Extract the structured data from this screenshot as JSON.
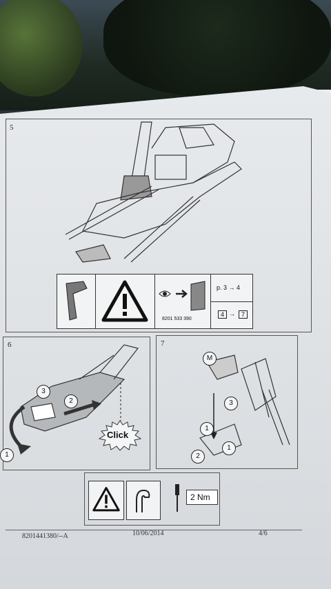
{
  "steps": {
    "s5": {
      "num": "5"
    },
    "s6": {
      "num": "6"
    },
    "s7": {
      "num": "7"
    }
  },
  "ref_box": {
    "ref_number": "8201 533 390",
    "page_jump": "p. 3 → 4",
    "step_jump_from": "4",
    "step_jump_to": "7"
  },
  "step6": {
    "click_label": "Click",
    "callouts": [
      "3",
      "2",
      "1"
    ]
  },
  "step7": {
    "callouts": [
      "M",
      "3",
      "1",
      "1",
      "2"
    ]
  },
  "torque": {
    "value": "2 Nm"
  },
  "footer": {
    "doc_id": "8201441380/--A",
    "date": "10/06/2014",
    "page": "4/6"
  }
}
